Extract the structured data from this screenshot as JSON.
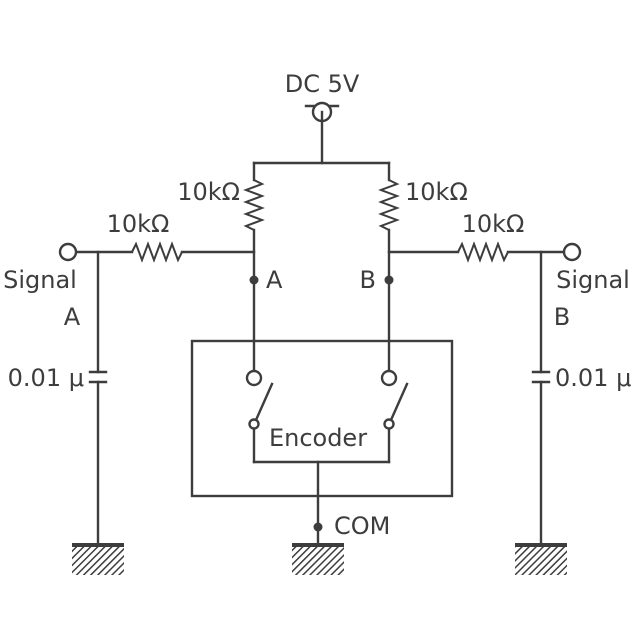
{
  "title": "",
  "labels": {
    "supply": "DC 5V",
    "r_pullup_a": "10kΩ",
    "r_pullup_b": "10kΩ",
    "r_series_a": "10kΩ",
    "r_series_b": "10kΩ",
    "node_a": "A",
    "node_b": "B",
    "signal_a_line1": "Signal",
    "signal_a_line2": "A",
    "signal_b_line1": "Signal",
    "signal_b_line2": "B",
    "cap_a": "0.01 μ",
    "cap_b": "0.01 μ",
    "encoder": "Encoder",
    "com": "COM"
  },
  "colors": {
    "ink": "#3d3d3d",
    "background": "#ffffff"
  }
}
